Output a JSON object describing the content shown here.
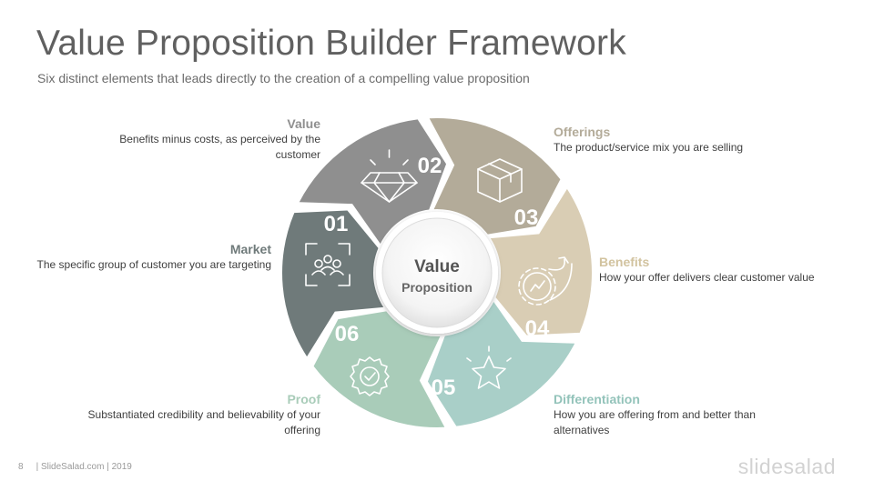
{
  "header": {
    "title": "Value Proposition Builder Framework",
    "subtitle": "Six distinct elements that leads directly to the creation of a compelling value proposition"
  },
  "center": {
    "line1": "Value",
    "line2": "Proposition"
  },
  "segments": [
    {
      "number": "01",
      "heading": "Market",
      "description": "The specific group of customer you are targeting",
      "color": "#6f7a7a",
      "icon": "target-people-icon"
    },
    {
      "number": "02",
      "heading": "Value",
      "description": "Benefits minus costs, as perceived by the customer",
      "color": "#8f8f8f",
      "icon": "diamond-icon"
    },
    {
      "number": "03",
      "heading": "Offerings",
      "description": "The product/service  mix you are selling",
      "color": "#b3ab99",
      "icon": "box-icon"
    },
    {
      "number": "04",
      "heading": "Benefits",
      "description": "How your offer delivers clear customer value",
      "color": "#d9cdb4",
      "icon": "growth-gear-icon"
    },
    {
      "number": "05",
      "heading": "Differentiation",
      "description": "How you are offering  from and better than alternatives",
      "color": "#a9cfc8",
      "icon": "star-icon"
    },
    {
      "number": "06",
      "heading": "Proof",
      "description": "Substantiated credibility and believability of your offering",
      "color": "#a9ccb9",
      "icon": "badge-check-icon"
    }
  ],
  "footer": {
    "page": "8",
    "source": "| SlideSalad.com | 2019",
    "brand": "slidesalad"
  }
}
